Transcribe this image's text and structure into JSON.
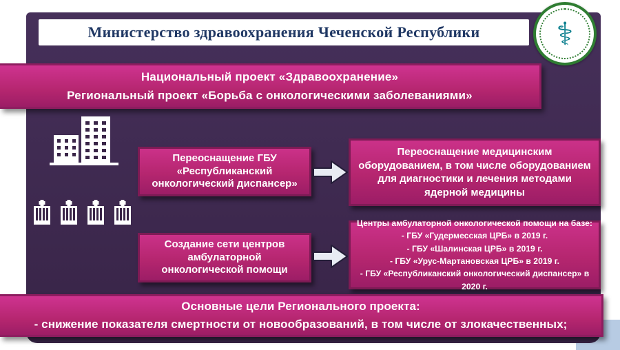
{
  "header": {
    "title": "Министерство здравоохранения Чеченской Республики"
  },
  "logo": {
    "symbol": "⚕"
  },
  "top_banner": {
    "line1": "Национальный проект «Здравоохранение»",
    "line2": "Региональный проект «Борьба с онкологическими заболеваниями»"
  },
  "flow": {
    "row1": {
      "source": "Переоснащение ГБУ «Республиканский онкологический диспансер»",
      "result": "Переоснащение медицинским оборудованием, в том числе оборудованием для диагностики и лечения методами ядерной медицины"
    },
    "row2": {
      "source": "Создание сети центров амбулаторной онкологической помощи",
      "result_title": "Центры амбулаторной онкологической помощи на базе:",
      "result_items": [
        "- ГБУ «Гудермесская ЦРБ» в 2019 г.",
        "- ГБУ «Шалинская ЦРБ» в 2019 г.",
        "- ГБУ «Урус-Мартановская ЦРБ» в 2019 г.",
        "- ГБУ «Республиканский онкологический диспансер» в 2020 г."
      ]
    }
  },
  "footer_banner": {
    "line1": "Основные цели Регионального проекта:",
    "line2": "- снижение показателя смертности от новообразований, в том числе от злокачественных;"
  },
  "colors": {
    "slide_background": "#46305a",
    "box_fill": "#b5266f",
    "box_border": "#8d1d5f",
    "title_text": "#203864",
    "logo_green": "#2f7d32",
    "logo_teal": "#0b7f8e"
  }
}
